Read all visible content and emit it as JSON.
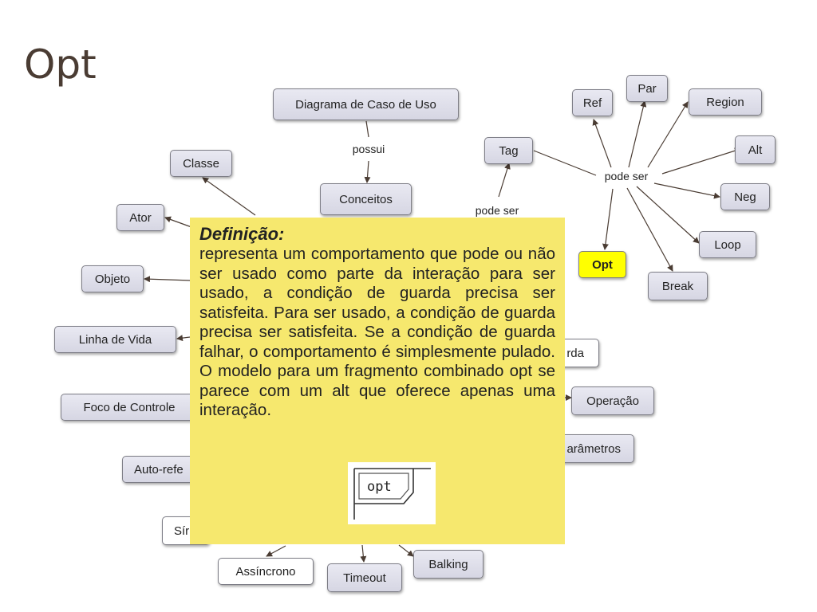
{
  "slide": {
    "title": "Opt"
  },
  "nodes": {
    "diagrama": "Diagrama de Caso de Uso",
    "conceitos": "Conceitos",
    "classe": "Classe",
    "ator": "Ator",
    "objeto": "Objeto",
    "linha_vida": "Linha de Vida",
    "foco": "Foco de Controle",
    "autoref": "Auto-refe",
    "sincrono": "Sír",
    "assincrono": "Assíncrono",
    "timeout": "Timeout",
    "balking": "Balking",
    "guarda": "rda",
    "operacao": "Operação",
    "parametros": "arâmetros",
    "tag": "Tag",
    "ref": "Ref",
    "par": "Par",
    "region": "Region",
    "alt": "Alt",
    "neg": "Neg",
    "loop": "Loop",
    "break": "Break",
    "opt": "Opt"
  },
  "edge_labels": {
    "possui": "possui",
    "pode_ser_tag": "pode ser",
    "pode_ser_hub": "pode ser"
  },
  "definition": {
    "heading": "Definição:",
    "text": "representa um comportamento que pode ou não ser usado como parte da interação para ser usado, a condição de guarda precisa ser satisfeita. Para ser usado, a condição de guarda precisa ser satisfeita. Se a condição de guarda falhar, o comportamento é simplesmente pulado. O modelo para um fragmento combinado opt se parece com um alt que oferece apenas uma interação.",
    "figure_label": "opt"
  },
  "colors": {
    "node_fill": "#dcdce8",
    "highlight": "#ffff00",
    "note_fill": "#f6e86e",
    "title": "#4a3c33",
    "edge": "#4a3c33"
  }
}
